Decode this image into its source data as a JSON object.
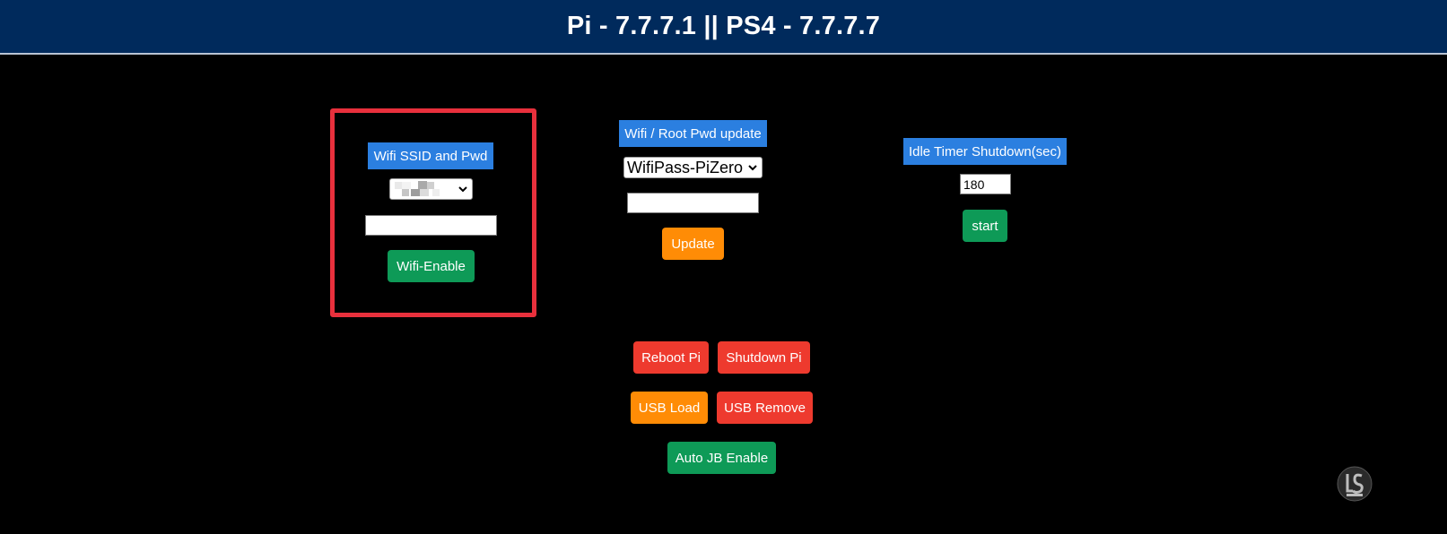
{
  "header": {
    "title": "Pi - 7.7.7.1 || PS4 - 7.7.7.7"
  },
  "wifi": {
    "label": "Wifi SSID and Pwd",
    "ssid_select_value": "",
    "password_value": "",
    "enable_button": "Wifi-Enable"
  },
  "pwd_update": {
    "label": "Wifi / Root Pwd update",
    "select_value": "WifiPass-PiZero",
    "password_value": "",
    "update_button": "Update"
  },
  "idle_timer": {
    "label": "Idle Timer Shutdown(sec)",
    "value": "180",
    "start_button": "start"
  },
  "actions": {
    "reboot": "Reboot Pi",
    "shutdown": "Shutdown Pi",
    "usb_load": "USB Load",
    "usb_remove": "USB Remove",
    "auto_jb": "Auto JB Enable"
  },
  "colors": {
    "header_bg": "#002a5c",
    "label_bg": "#2b7fe0",
    "green": "#0e9a57",
    "orange": "#ff8c06",
    "red": "#ee3a2e",
    "highlight": "#e8303c"
  },
  "icons": {
    "logo": "ls-watermark-logo",
    "dropdown": "chevron-down-icon"
  }
}
